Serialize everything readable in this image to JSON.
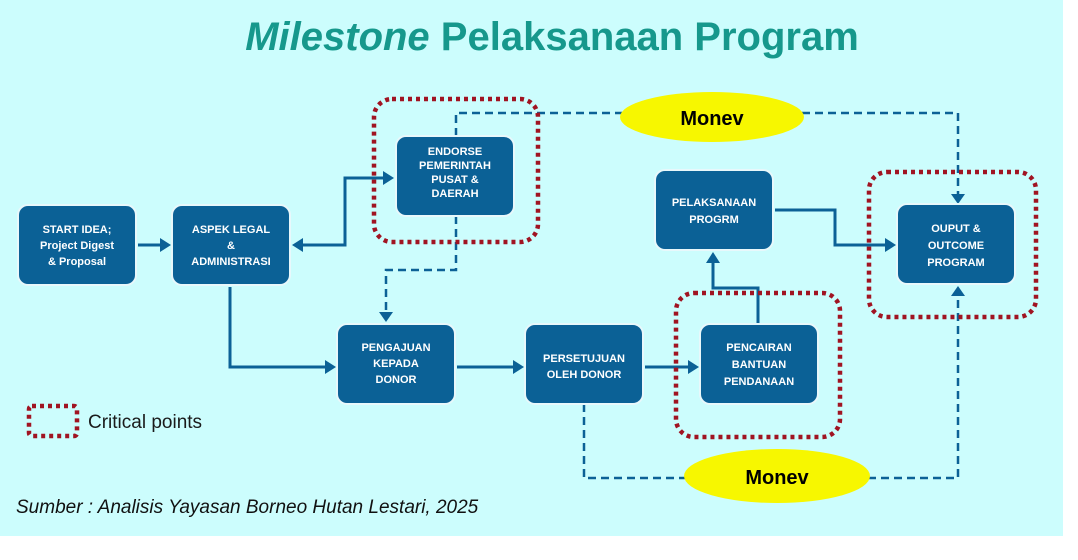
{
  "title": {
    "italic": "Milestone",
    "rest": " Pelaksanaan Program"
  },
  "nodes": {
    "start": [
      "START IDEA;",
      "Project Digest",
      "& Proposal"
    ],
    "aspek": [
      "ASPEK LEGAL",
      "&",
      "ADMINISTRASI"
    ],
    "endorse": [
      "ENDORSE",
      "PEMERINTAH",
      "PUSAT &",
      "DAERAH"
    ],
    "pengajuan": [
      "PENGAJUAN",
      "KEPADA",
      "DONOR"
    ],
    "persetujuan": [
      "PERSETUJUAN",
      "OLEH DONOR"
    ],
    "pencairan": [
      "PENCAIRAN",
      "BANTUAN",
      "PENDANAAN"
    ],
    "pelaksanaan": [
      "PELAKSANAAN",
      "PROGRM"
    ],
    "output": [
      "OUPUT &",
      "OUTCOME",
      "PROGRAM"
    ]
  },
  "monev_top": "Monev",
  "monev_bottom": "Monev",
  "legend": {
    "label": "Critical points"
  },
  "source": "Sumber : Analisis Yayasan Borneo Hutan Lestari, 2025",
  "colors": {
    "background": "#ccfdfd",
    "box": "#0b6196",
    "title": "#16988c",
    "critical": "#a01422",
    "monev": "#f7f700"
  }
}
